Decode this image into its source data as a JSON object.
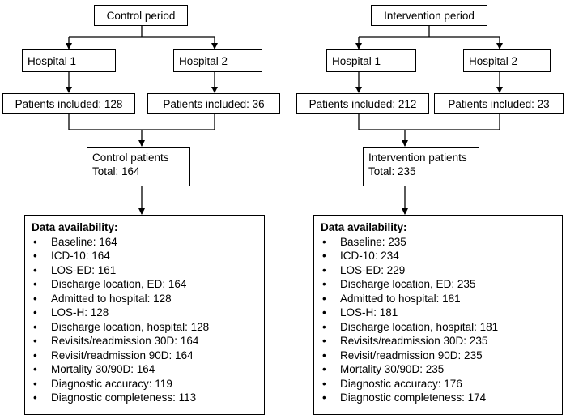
{
  "control": {
    "period": "Control period",
    "hospital1": "Hospital 1",
    "hospital2": "Hospital 2",
    "included1": "Patients included: 128",
    "included2": "Patients included: 36",
    "patients_title": "Control patients",
    "patients_total": "Total: 164",
    "data_header": "Data availability:",
    "data_items": [
      "Baseline: 164",
      "ICD-10: 164",
      "LOS-ED: 161",
      "Discharge location, ED: 164",
      "Admitted to hospital: 128",
      "LOS-H: 128",
      "Discharge location, hospital: 128",
      "Revisits/readmission 30D: 164",
      "Revisit/readmission 90D: 164",
      "Mortality 30/90D: 164",
      "Diagnostic accuracy: 119",
      "Diagnostic completeness: 113"
    ]
  },
  "intervention": {
    "period": "Intervention period",
    "hospital1": "Hospital 1",
    "hospital2": "Hospital 2",
    "included1": "Patients included: 212",
    "included2": "Patients included: 23",
    "patients_title": "Intervention patients",
    "patients_total": "Total: 235",
    "data_header": "Data availability:",
    "data_items": [
      "Baseline: 235",
      "ICD-10: 234",
      "LOS-ED: 229",
      "Discharge location, ED: 235",
      "Admitted to hospital: 181",
      "LOS-H: 181",
      "Discharge location, hospital: 181",
      "Revisits/readmission 30D: 235",
      "Revisit/readmission 90D: 235",
      "Mortality 30/90D: 235",
      "Diagnostic accuracy: 176",
      "Diagnostic completeness: 174"
    ]
  }
}
